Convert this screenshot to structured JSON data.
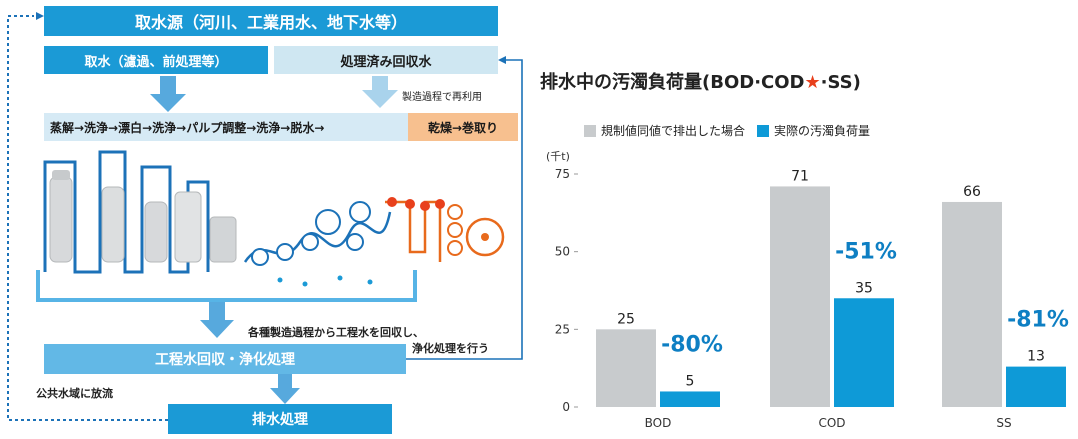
{
  "diagram": {
    "source": "取水源（河川、工業用水、地下水等）",
    "intake": "取水（濾過、前処理等）",
    "recycled": "処理済み回収水",
    "reuse_note": "製造過程で再利用",
    "process_main": "蒸解→洗浄→漂白→洗浄→パルプ調整→洗浄→脱水→",
    "process_dry": "乾燥→巻取り",
    "recover_note_1": "各種製造過程から工程水を回収し、",
    "recover_note_2": "浄化処理を行う",
    "recovery": "工程水回収・浄化処理",
    "discharge_note": "公共水域に放流",
    "wastewater": "排水処理"
  },
  "chart_data": {
    "type": "bar",
    "title_prefix": "排水中の汚濁負荷量(BOD·COD",
    "title_star": "★",
    "title_suffix": "·SS)",
    "unit": "(千t)",
    "categories": [
      "BOD",
      "COD",
      "SS"
    ],
    "series": [
      {
        "name": "規制値同値で排出した場合",
        "values": [
          25,
          71,
          66
        ],
        "color": "#c8cbcd"
      },
      {
        "name": "実際の汚濁負荷量",
        "values": [
          5,
          35,
          13
        ],
        "color": "#0e9ad7"
      }
    ],
    "reductions": [
      "-80%",
      "-51%",
      "-81%"
    ],
    "yticks": [
      0,
      25,
      50,
      75
    ],
    "ylim": [
      0,
      75
    ],
    "legend_position": "top"
  }
}
